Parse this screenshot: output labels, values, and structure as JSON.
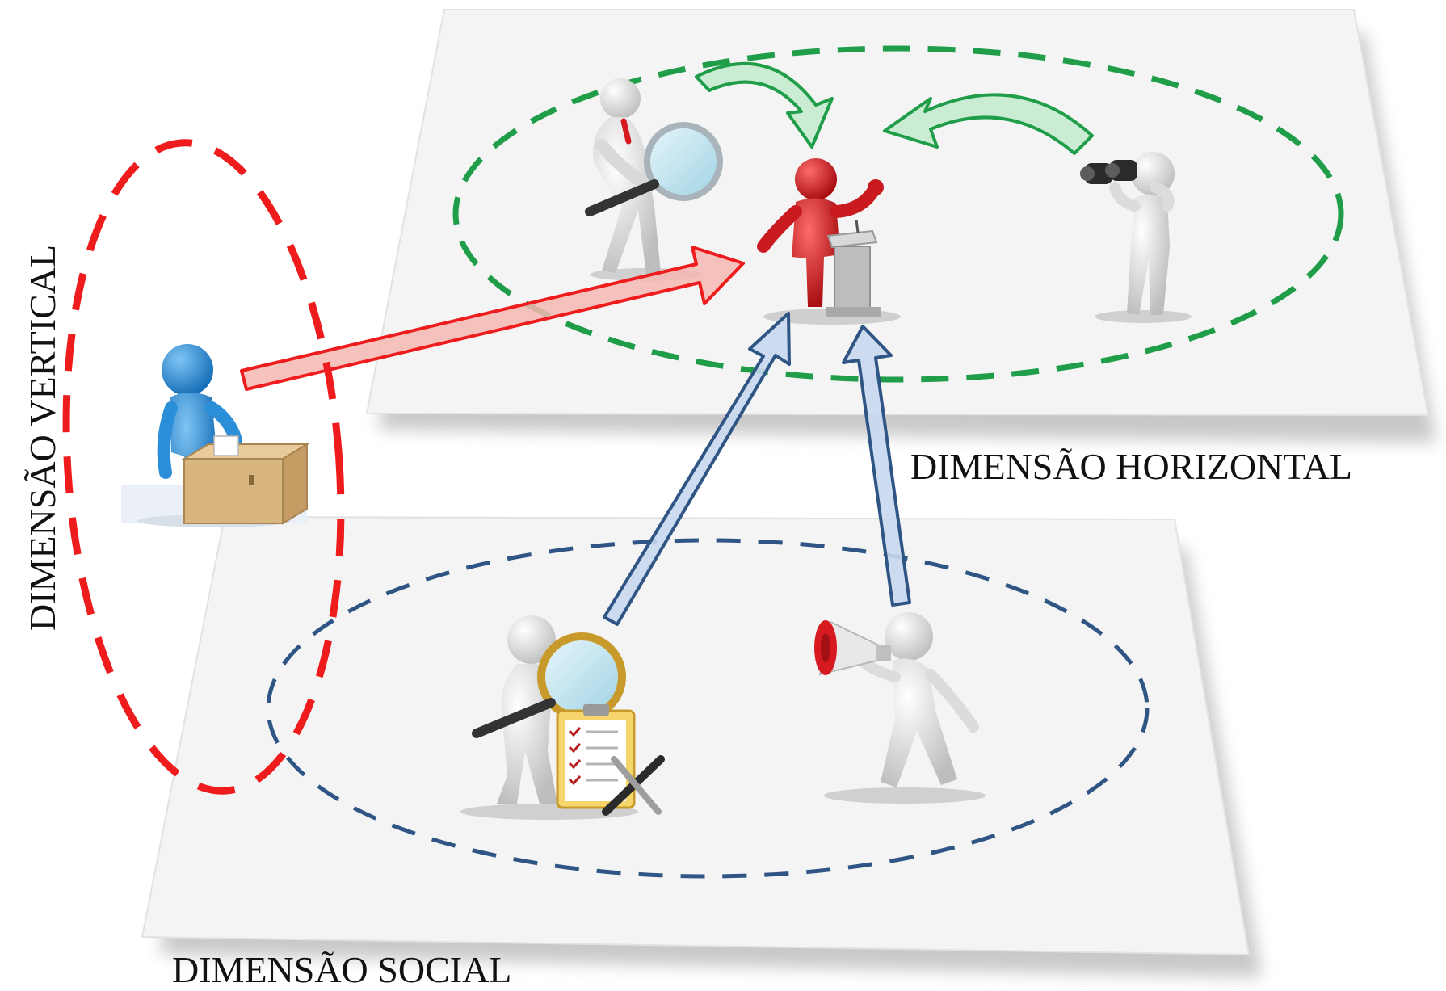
{
  "labels": {
    "vertical": "DIMENSÃO VERTICAL",
    "horizontal": "DIMENSÃO HORIZONTAL",
    "social": "DIMENSÃO SOCIAL"
  },
  "colors": {
    "vertical": "#ee1c1c",
    "horizontal": "#1f9d48",
    "social": "#2f5585",
    "plane": "#f4f4f4",
    "plane_shadow": "#b9b9b9",
    "voter": "#2a8fd8",
    "speaker": "#d71920",
    "figure": "#e6e6e6",
    "arrow_red_fill": "#f4b7b3",
    "arrow_green_fill": "#c9ecd2",
    "arrow_blue_fill": "#c8d8ee"
  },
  "icons": [
    "voter-ballot-box-icon",
    "speaker-podium-icon",
    "inspector-magnifier-icon",
    "observer-binoculars-icon",
    "auditor-checklist-icon",
    "megaphone-shouter-icon"
  ]
}
